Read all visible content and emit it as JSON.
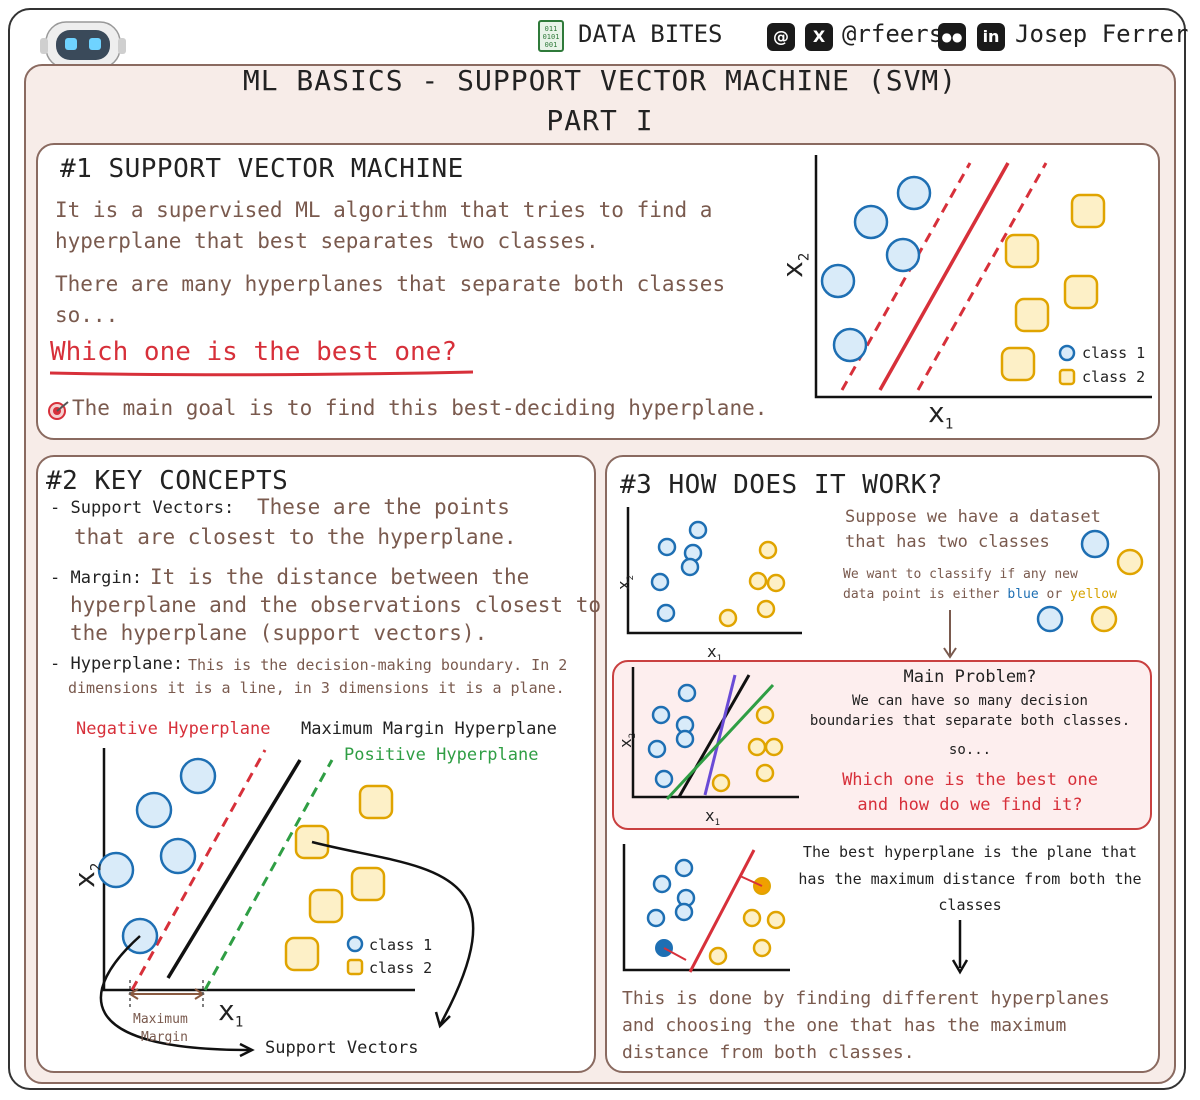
{
  "header": {
    "brand": "DATA BITES",
    "handle": "@rfeers",
    "author": "Josep Ferrer",
    "brand_icon_text": "011\n0101\n001"
  },
  "title": {
    "line1": "ML BASICS - SUPPORT VECTOR MACHINE (SVM)",
    "line2": "PART I"
  },
  "section1": {
    "heading": "#1 SUPPORT VECTOR MACHINE",
    "p1_line1": "It is a supervised ML algorithm that tries to find a",
    "p1_line2": "hyperplane that best separates two classes.",
    "p2_line1": "There are many hyperplanes that separate both classes",
    "p2_line2": "so...",
    "question": "Which one is the best one?",
    "goal": "The main goal is to find this best-deciding hyperplane.",
    "legend_class1": "class 1",
    "legend_class2": "class 2",
    "x_label": "x",
    "x_sub": "1",
    "y_label": "x",
    "y_sub": "2"
  },
  "section2": {
    "heading": "#2 KEY CONCEPTS",
    "sv_term": "- Support Vectors:",
    "sv_def1": "These are the points",
    "sv_def2": "that are closest to the hyperplane.",
    "margin_term": "- Margin:",
    "margin_def1": "It is the distance between the",
    "margin_def2": "hyperplane and the observations closest to",
    "margin_def3": "the hyperplane (support vectors).",
    "hp_term": "- Hyperplane:",
    "hp_def1": "This is the decision-making boundary. In 2",
    "hp_def2": "dimensions it is a line, in 3 dimensions it is a plane.",
    "neg_label": "Negative Hyperplane",
    "max_label": "Maximum Margin Hyperplane",
    "pos_label": "Positive Hyperplane",
    "max_margin_1": "Maximum",
    "max_margin_2": "Margin",
    "support_vectors": "Support Vectors",
    "legend_class1": "class 1",
    "legend_class2": "class 2",
    "x_label": "x",
    "x_sub": "1",
    "y_label": "x",
    "y_sub": "2"
  },
  "section3": {
    "heading": "#3 HOW DOES IT WORK?",
    "suppose1": "Suppose we have a dataset",
    "suppose2": "that has two classes",
    "want1": "We want to classify if any new",
    "want2_a": "data point is either ",
    "want2_blue": "blue",
    "want2_or": " or ",
    "want2_yellow": "yellow",
    "main_problem": "Main Problem?",
    "mp1": "We can have so many decision",
    "mp2": "boundaries that separate both classes.",
    "mp_so": "so...",
    "mp_q1": "Which one is the best one",
    "mp_q2": "and how do we find it?",
    "best1": "The best hyperplane is the plane that",
    "best2": "has the maximum distance from both the",
    "best3": "classes",
    "done1": "This is done by finding different hyperplanes",
    "done2": "and choosing the one that has the maximum",
    "done3": "distance from both classes.",
    "x_label": "x",
    "x_sub": "1",
    "y_label": "x",
    "y_sub": "2"
  },
  "colors": {
    "accent_red": "#d7303a",
    "blue": "#1e6fb3",
    "yellow": "#e0a400",
    "green": "#2f9e44",
    "purple": "#6a4bd6",
    "panel_border": "#8a6a60",
    "bg": "#f7ece8"
  }
}
